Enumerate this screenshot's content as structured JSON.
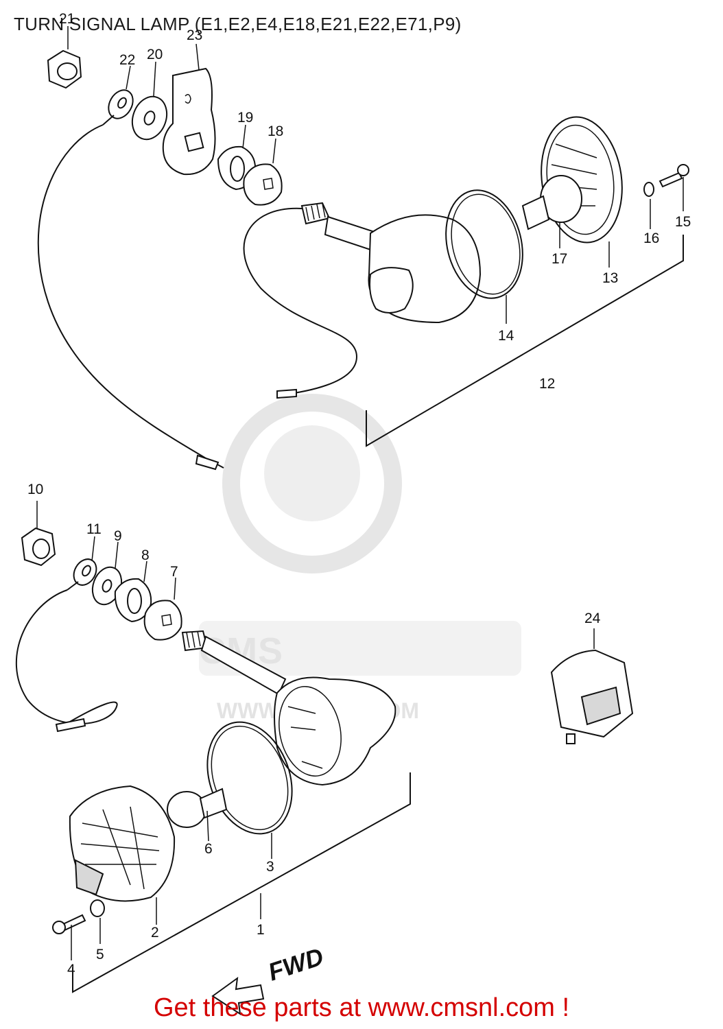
{
  "title": "TURN SIGNAL LAMP (E1,E2,E4,E18,E21,E22,E71,P9)",
  "footer": "Get these parts at www.cmsnl.com !",
  "watermark": {
    "brand": "CMS",
    "url": "WWW.CMSNL.COM"
  },
  "fwd_label": "FWD",
  "callouts": [
    "1",
    "2",
    "3",
    "4",
    "5",
    "6",
    "7",
    "8",
    "9",
    "10",
    "11",
    "12",
    "13",
    "14",
    "15",
    "16",
    "17",
    "18",
    "19",
    "20",
    "21",
    "22",
    "23",
    "24"
  ],
  "colors": {
    "footer": "#d40000",
    "ink": "#111111",
    "watermark": "#e3e3e3"
  }
}
